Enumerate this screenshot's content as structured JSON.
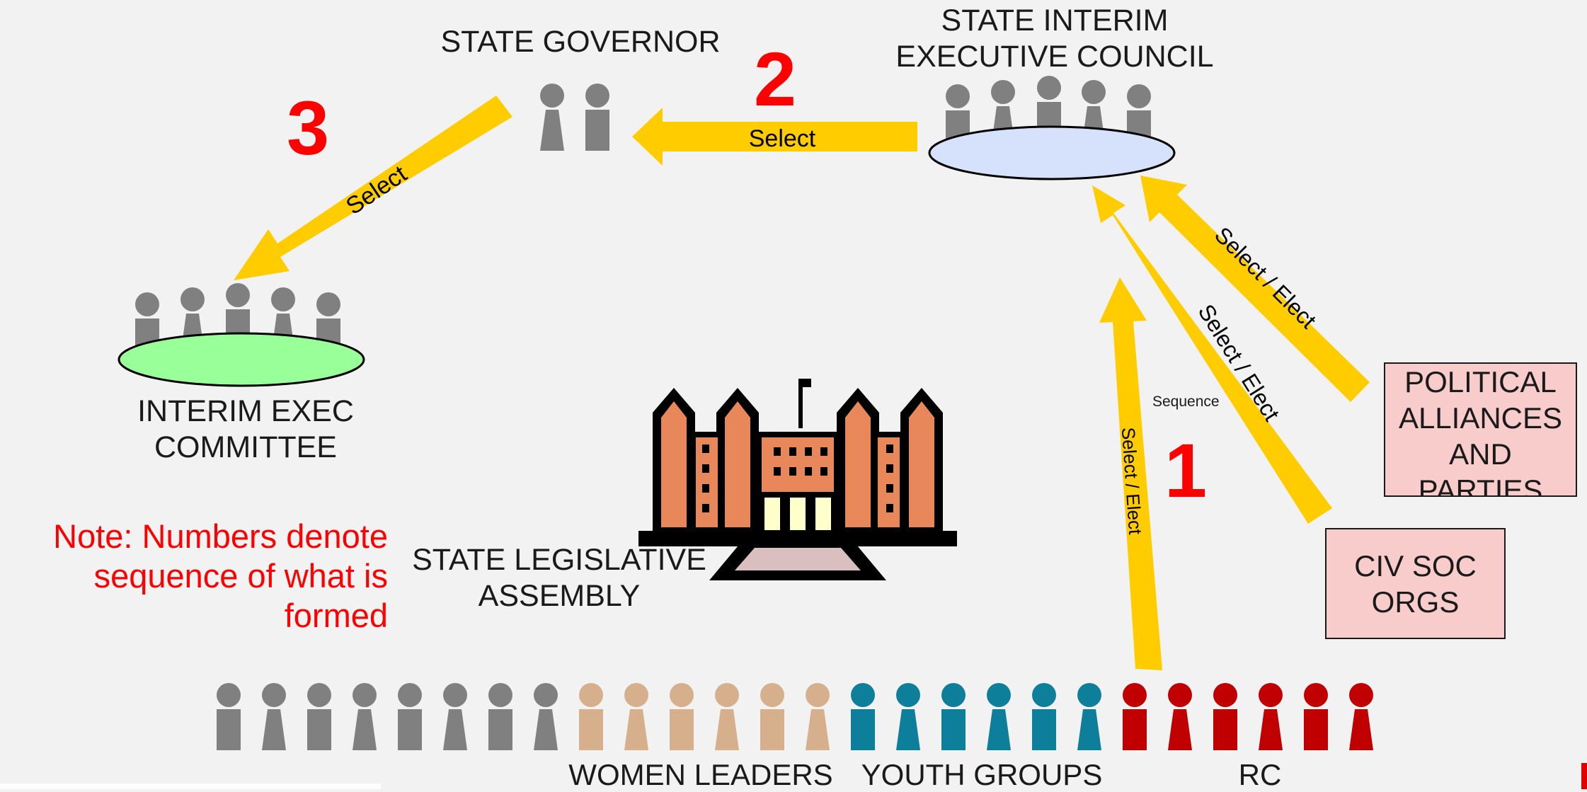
{
  "nodes": {
    "state_governor": [
      "STATE GOVERNOR"
    ],
    "state_interim_exec_council": [
      "STATE INTERIM",
      "EXECUTIVE COUNCIL"
    ],
    "interim_exec_committee": [
      "INTERIM EXEC",
      "COMMITTEE"
    ],
    "state_legislative_assembly": [
      "STATE LEGISLATIVE",
      "ASSEMBLY"
    ],
    "political_alliances": [
      "POLITICAL",
      "ALLIANCES",
      "AND",
      "PARTIES"
    ],
    "civ_soc_orgs": [
      "CIV SOC",
      "ORGS"
    ]
  },
  "arrows": {
    "council_to_governor": "Select",
    "governor_to_committee": "Select",
    "parties_to_council": "Select / Elect",
    "civsoc_to_council": "Select / Elect",
    "base_to_council": "Select / Elect"
  },
  "sequence_label": "Sequence",
  "sequence_numbers": {
    "first": "1",
    "second": "2",
    "third": "3"
  },
  "note": [
    "Note: Numbers denote",
    "sequence of what is",
    "formed"
  ],
  "groups": [
    "WOMEN LEADERS",
    "YOUTH GROUPS",
    "RC"
  ],
  "colors": {
    "background": "#f2f2f2",
    "person_gray": "#808080",
    "women_leaders": "#d6b08c",
    "youth_groups": "#0e7f9a",
    "rc": "#c00000",
    "arrow": "#ffcc00",
    "council_ellipse": "#d6e2fb",
    "committee_ellipse": "#99ff99",
    "box_fill": "#f9cccc",
    "building_brick": "#e8875a",
    "building_window": "#ffffcc",
    "building_base": "#d9bfbf",
    "accent_red": "#ff0000"
  }
}
